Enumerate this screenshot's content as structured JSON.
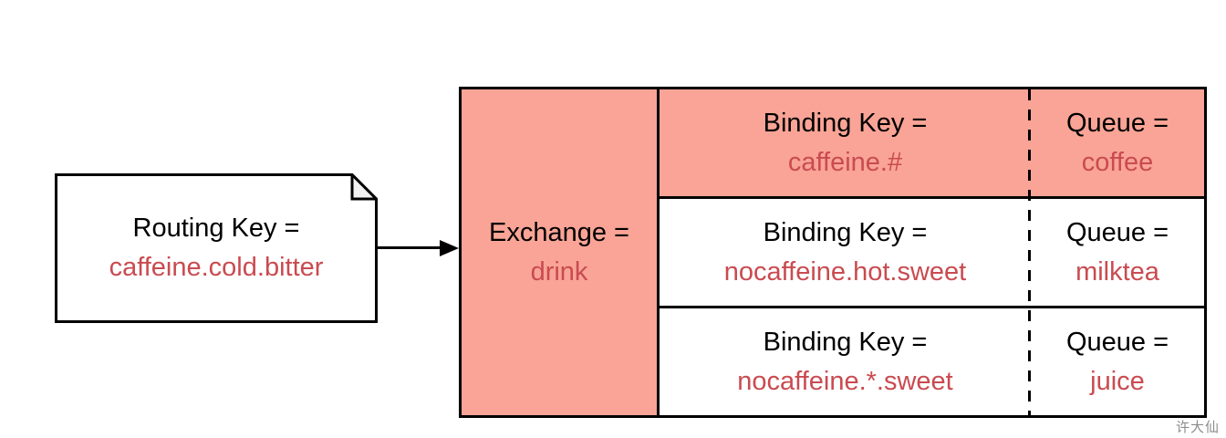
{
  "colors": {
    "highlight": "#f9a496",
    "accent-text": "#c94b50",
    "border": "#000000",
    "watermark": "#8c8c8c",
    "note-fold": "#f2f2f2"
  },
  "note": {
    "label": "Routing Key =",
    "value": "caffeine.cold.bitter"
  },
  "exchange": {
    "label": "Exchange =",
    "value": "drink"
  },
  "bindings": [
    {
      "binding_label": "Binding Key =",
      "binding_value": "caffeine.#",
      "queue_label": "Queue =",
      "queue_value": "coffee"
    },
    {
      "binding_label": "Binding Key =",
      "binding_value": "nocaffeine.hot.sweet",
      "queue_label": "Queue =",
      "queue_value": "milktea"
    },
    {
      "binding_label": "Binding Key =",
      "binding_value": "nocaffeine.*.sweet",
      "queue_label": "Queue =",
      "queue_value": "juice"
    }
  ],
  "watermark": "许大仙"
}
